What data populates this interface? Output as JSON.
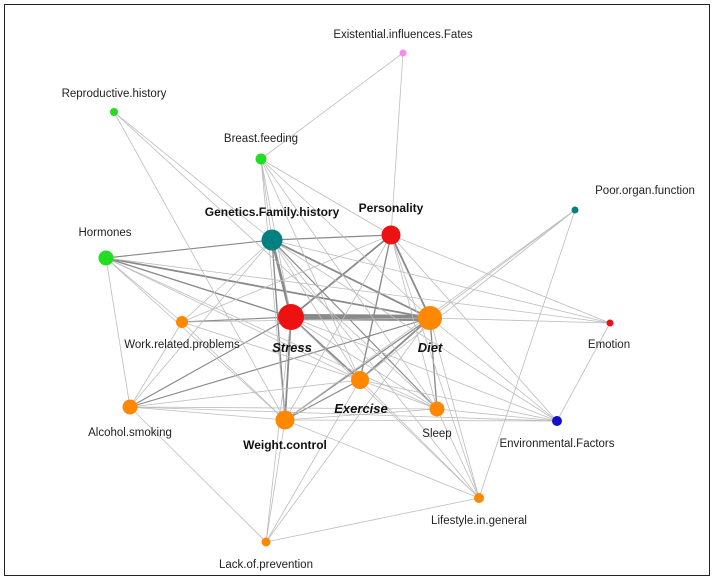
{
  "nodes": [
    {
      "id": "existential",
      "label": "Existential.influences.Fates",
      "color": "#ff88ee",
      "style": "normal"
    },
    {
      "id": "reproductive",
      "label": "Reproductive.history",
      "color": "#22dd22",
      "style": "normal"
    },
    {
      "id": "breastfeeding",
      "label": "Breast.feeding",
      "color": "#22dd22",
      "style": "normal"
    },
    {
      "id": "poororgan",
      "label": "Poor.organ.function",
      "color": "#008080",
      "style": "normal"
    },
    {
      "id": "genetics",
      "label": "Genetics.Family.history",
      "color": "#008080",
      "style": "bold"
    },
    {
      "id": "personality",
      "label": "Personality",
      "color": "#ee1111",
      "style": "bold"
    },
    {
      "id": "hormones",
      "label": "Hormones",
      "color": "#22dd22",
      "style": "normal"
    },
    {
      "id": "stress",
      "label": "Stress",
      "color": "#ee1111",
      "style": "bold-italic"
    },
    {
      "id": "diet",
      "label": "Diet",
      "color": "#ff8800",
      "style": "bold-italic"
    },
    {
      "id": "workrelated",
      "label": "Work.related.problems",
      "color": "#ff8800",
      "style": "normal"
    },
    {
      "id": "emotion",
      "label": "Emotion",
      "color": "#ee1111",
      "style": "normal"
    },
    {
      "id": "exercise",
      "label": "Exercise",
      "color": "#ff8800",
      "style": "bold-italic"
    },
    {
      "id": "alcohol",
      "label": "Alcohol.smoking",
      "color": "#ff8800",
      "style": "normal"
    },
    {
      "id": "weight",
      "label": "Weight.control",
      "color": "#ff8800",
      "style": "bold"
    },
    {
      "id": "sleep",
      "label": "Sleep",
      "color": "#ff8800",
      "style": "normal"
    },
    {
      "id": "environmental",
      "label": "Environmental.Factors",
      "color": "#1111cc",
      "style": "normal"
    },
    {
      "id": "lifestyle",
      "label": "Lifestyle.in.general",
      "color": "#ff8800",
      "style": "normal"
    },
    {
      "id": "prevention",
      "label": "Lack.of.prevention",
      "color": "#ff8800",
      "style": "normal"
    }
  ],
  "edges": [
    [
      "stress",
      "diet",
      7
    ],
    [
      "genetics",
      "stress",
      3
    ],
    [
      "genetics",
      "diet",
      2
    ],
    [
      "personality",
      "stress",
      2
    ],
    [
      "personality",
      "diet",
      2
    ],
    [
      "hormones",
      "diet",
      2
    ],
    [
      "hormones",
      "stress",
      1.5
    ],
    [
      "stress",
      "exercise",
      2
    ],
    [
      "diet",
      "exercise",
      2
    ],
    [
      "stress",
      "weight",
      2
    ],
    [
      "diet",
      "sleep",
      1.5
    ],
    [
      "genetics",
      "weight",
      1.5
    ],
    [
      "diet",
      "weight",
      1.5
    ],
    [
      "personality",
      "exercise",
      1.5
    ],
    [
      "hormones",
      "genetics",
      1.3
    ],
    [
      "genetics",
      "personality",
      1.3
    ],
    [
      "workrelated",
      "stress",
      1.3
    ],
    [
      "diet",
      "alcohol",
      1.3
    ],
    [
      "stress",
      "alcohol",
      1.3
    ],
    [
      "weight",
      "exercise",
      1.3
    ],
    [
      "genetics",
      "sleep",
      1.3
    ],
    [
      "existential",
      "breastfeeding",
      1
    ],
    [
      "existential",
      "personality",
      1
    ],
    [
      "reproductive",
      "genetics",
      1
    ],
    [
      "reproductive",
      "weight",
      1
    ],
    [
      "reproductive",
      "sleep",
      1
    ],
    [
      "breastfeeding",
      "genetics",
      1
    ],
    [
      "breastfeeding",
      "personality",
      1
    ],
    [
      "breastfeeding",
      "stress",
      1
    ],
    [
      "breastfeeding",
      "diet",
      1
    ],
    [
      "breastfeeding",
      "exercise",
      1
    ],
    [
      "breastfeeding",
      "sleep",
      1
    ],
    [
      "breastfeeding",
      "weight",
      1
    ],
    [
      "poororgan",
      "diet",
      1
    ],
    [
      "poororgan",
      "exercise",
      1
    ],
    [
      "poororgan",
      "weight",
      1
    ],
    [
      "poororgan",
      "lifestyle",
      1
    ],
    [
      "genetics",
      "alcohol",
      1
    ],
    [
      "genetics",
      "workrelated",
      1
    ],
    [
      "genetics",
      "exercise",
      1
    ],
    [
      "genetics",
      "environmental",
      1
    ],
    [
      "genetics",
      "lifestyle",
      1
    ],
    [
      "genetics",
      "emotion",
      1
    ],
    [
      "personality",
      "emotion",
      1
    ],
    [
      "personality",
      "sleep",
      1
    ],
    [
      "personality",
      "environmental",
      1
    ],
    [
      "personality",
      "weight",
      1
    ],
    [
      "personality",
      "workrelated",
      1
    ],
    [
      "personality",
      "lifestyle",
      1
    ],
    [
      "hormones",
      "alcohol",
      1
    ],
    [
      "hormones",
      "weight",
      1
    ],
    [
      "hormones",
      "exercise",
      1
    ],
    [
      "hormones",
      "sleep",
      1
    ],
    [
      "hormones",
      "emotion",
      1
    ],
    [
      "hormones",
      "workrelated",
      1
    ],
    [
      "stress",
      "sleep",
      1
    ],
    [
      "stress",
      "environmental",
      1
    ],
    [
      "stress",
      "lifestyle",
      1
    ],
    [
      "stress",
      "prevention",
      1
    ],
    [
      "diet",
      "emotion",
      1
    ],
    [
      "diet",
      "environmental",
      1
    ],
    [
      "diet",
      "workrelated",
      1
    ],
    [
      "diet",
      "prevention",
      1
    ],
    [
      "diet",
      "lifestyle",
      1
    ],
    [
      "workrelated",
      "alcohol",
      1
    ],
    [
      "workrelated",
      "weight",
      1
    ],
    [
      "workrelated",
      "exercise",
      1
    ],
    [
      "alcohol",
      "weight",
      1
    ],
    [
      "alcohol",
      "exercise",
      1
    ],
    [
      "alcohol",
      "sleep",
      1
    ],
    [
      "alcohol",
      "prevention",
      1
    ],
    [
      "weight",
      "sleep",
      1
    ],
    [
      "weight",
      "environmental",
      1
    ],
    [
      "weight",
      "lifestyle",
      1
    ],
    [
      "weight",
      "prevention",
      1
    ],
    [
      "exercise",
      "sleep",
      1
    ],
    [
      "exercise",
      "environmental",
      1
    ],
    [
      "exercise",
      "lifestyle",
      1
    ],
    [
      "exercise",
      "prevention",
      1
    ],
    [
      "sleep",
      "environmental",
      1
    ],
    [
      "sleep",
      "lifestyle",
      1
    ],
    [
      "lifestyle",
      "prevention",
      1
    ],
    [
      "emotion",
      "environmental",
      1
    ],
    [
      "environmental",
      "alcohol",
      1
    ]
  ]
}
